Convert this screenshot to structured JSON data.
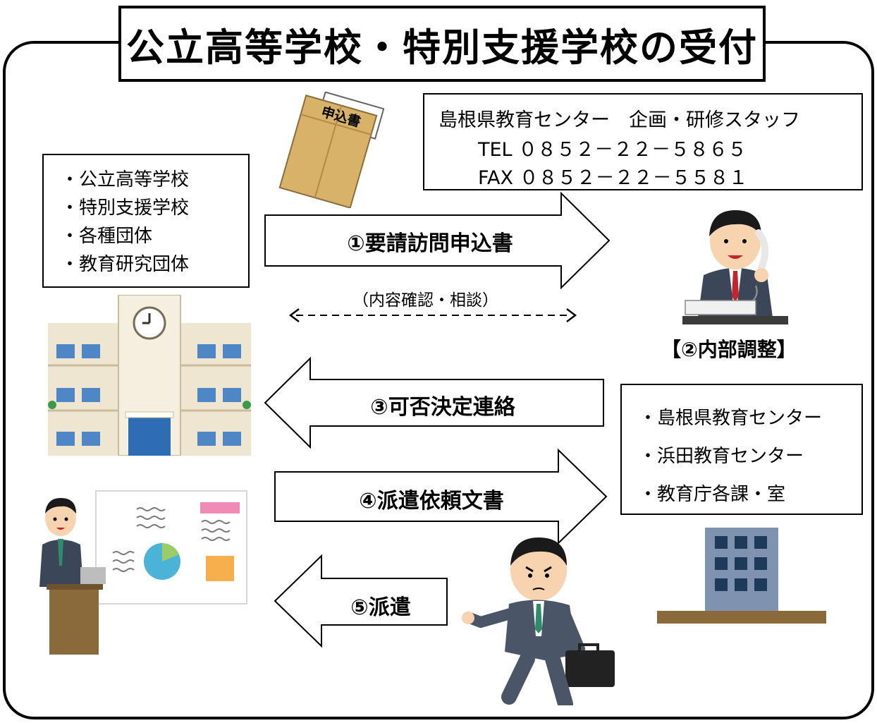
{
  "title": "公立高等学校・特別支援学校の受付",
  "envelope": {
    "label": "申込書"
  },
  "contact": {
    "org": "島根県教育センター　企画・研修スタッフ",
    "tel": "TEL ０８５２－２２－５８６５",
    "fax": "FAX ０８５２－２２－５５８１"
  },
  "requesters": [
    "・公立高等学校",
    "・特別支援学校",
    "・各種団体",
    "・教育研究団体"
  ],
  "centers": [
    "・島根県教育センター",
    "・浜田教育センター",
    "・教育庁各課・室"
  ],
  "steps": {
    "step1": "①要請訪問申込書",
    "note": "（内容確認・相談）",
    "step2": "【②内部調整】",
    "step3": "③可否決定連絡",
    "step4": "④派遣依頼文書",
    "step5": "⑤派遣"
  },
  "colors": {
    "frame": "#000000",
    "envelope": "#d9b26a",
    "school_wall": "#efe6d2",
    "school_window": "#4f86c6",
    "building": "#7f93b0",
    "suit": "#3b4658",
    "tie_red": "#c0272d",
    "tie_green": "#2e8b6c",
    "desk": "#8a6a3a"
  }
}
